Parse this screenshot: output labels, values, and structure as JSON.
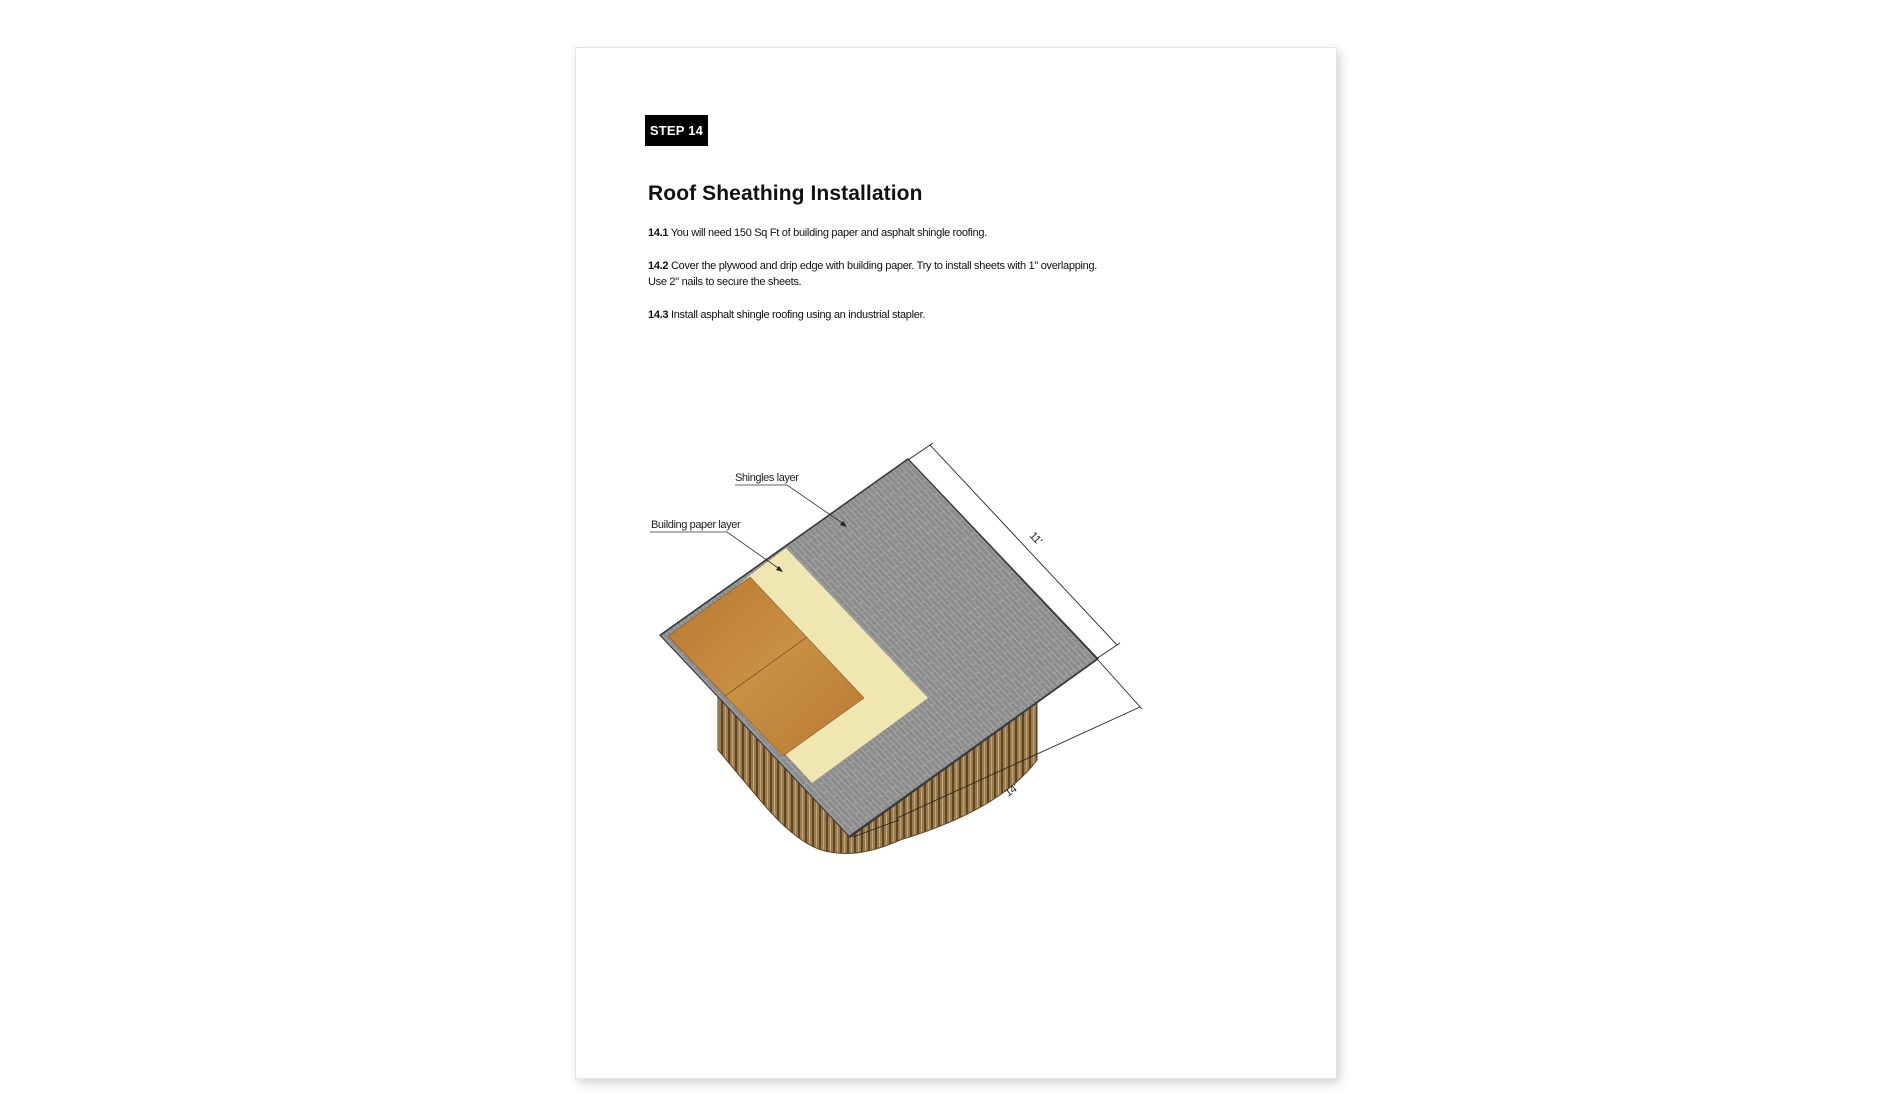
{
  "step_badge": "STEP 14",
  "title": "Roof Sheathing Installation",
  "instructions": [
    {
      "num": "14.1",
      "lines": [
        "You will need  150 Sq Ft of  building  paper  and  asphalt shingle roofing."
      ]
    },
    {
      "num": "14.2",
      "lines": [
        "Cover the plywood and drip edge with building paper. Try to install sheets with 1\" overlapping.",
        "Use 2\" nails to secure the sheets."
      ]
    },
    {
      "num": "14.3",
      "lines": [
        "Install asphalt shingle roofing using an industrial stapler."
      ]
    }
  ],
  "diagram": {
    "label_shingles": "Shingles layer",
    "label_paper": "Building paper layer",
    "dim_width": "11'",
    "dim_length": "14'",
    "colors": {
      "shingles": "#8c8c8c",
      "paper": "#efe6b2",
      "plywood": "#c08438",
      "walls": "#8a6a3e"
    }
  }
}
